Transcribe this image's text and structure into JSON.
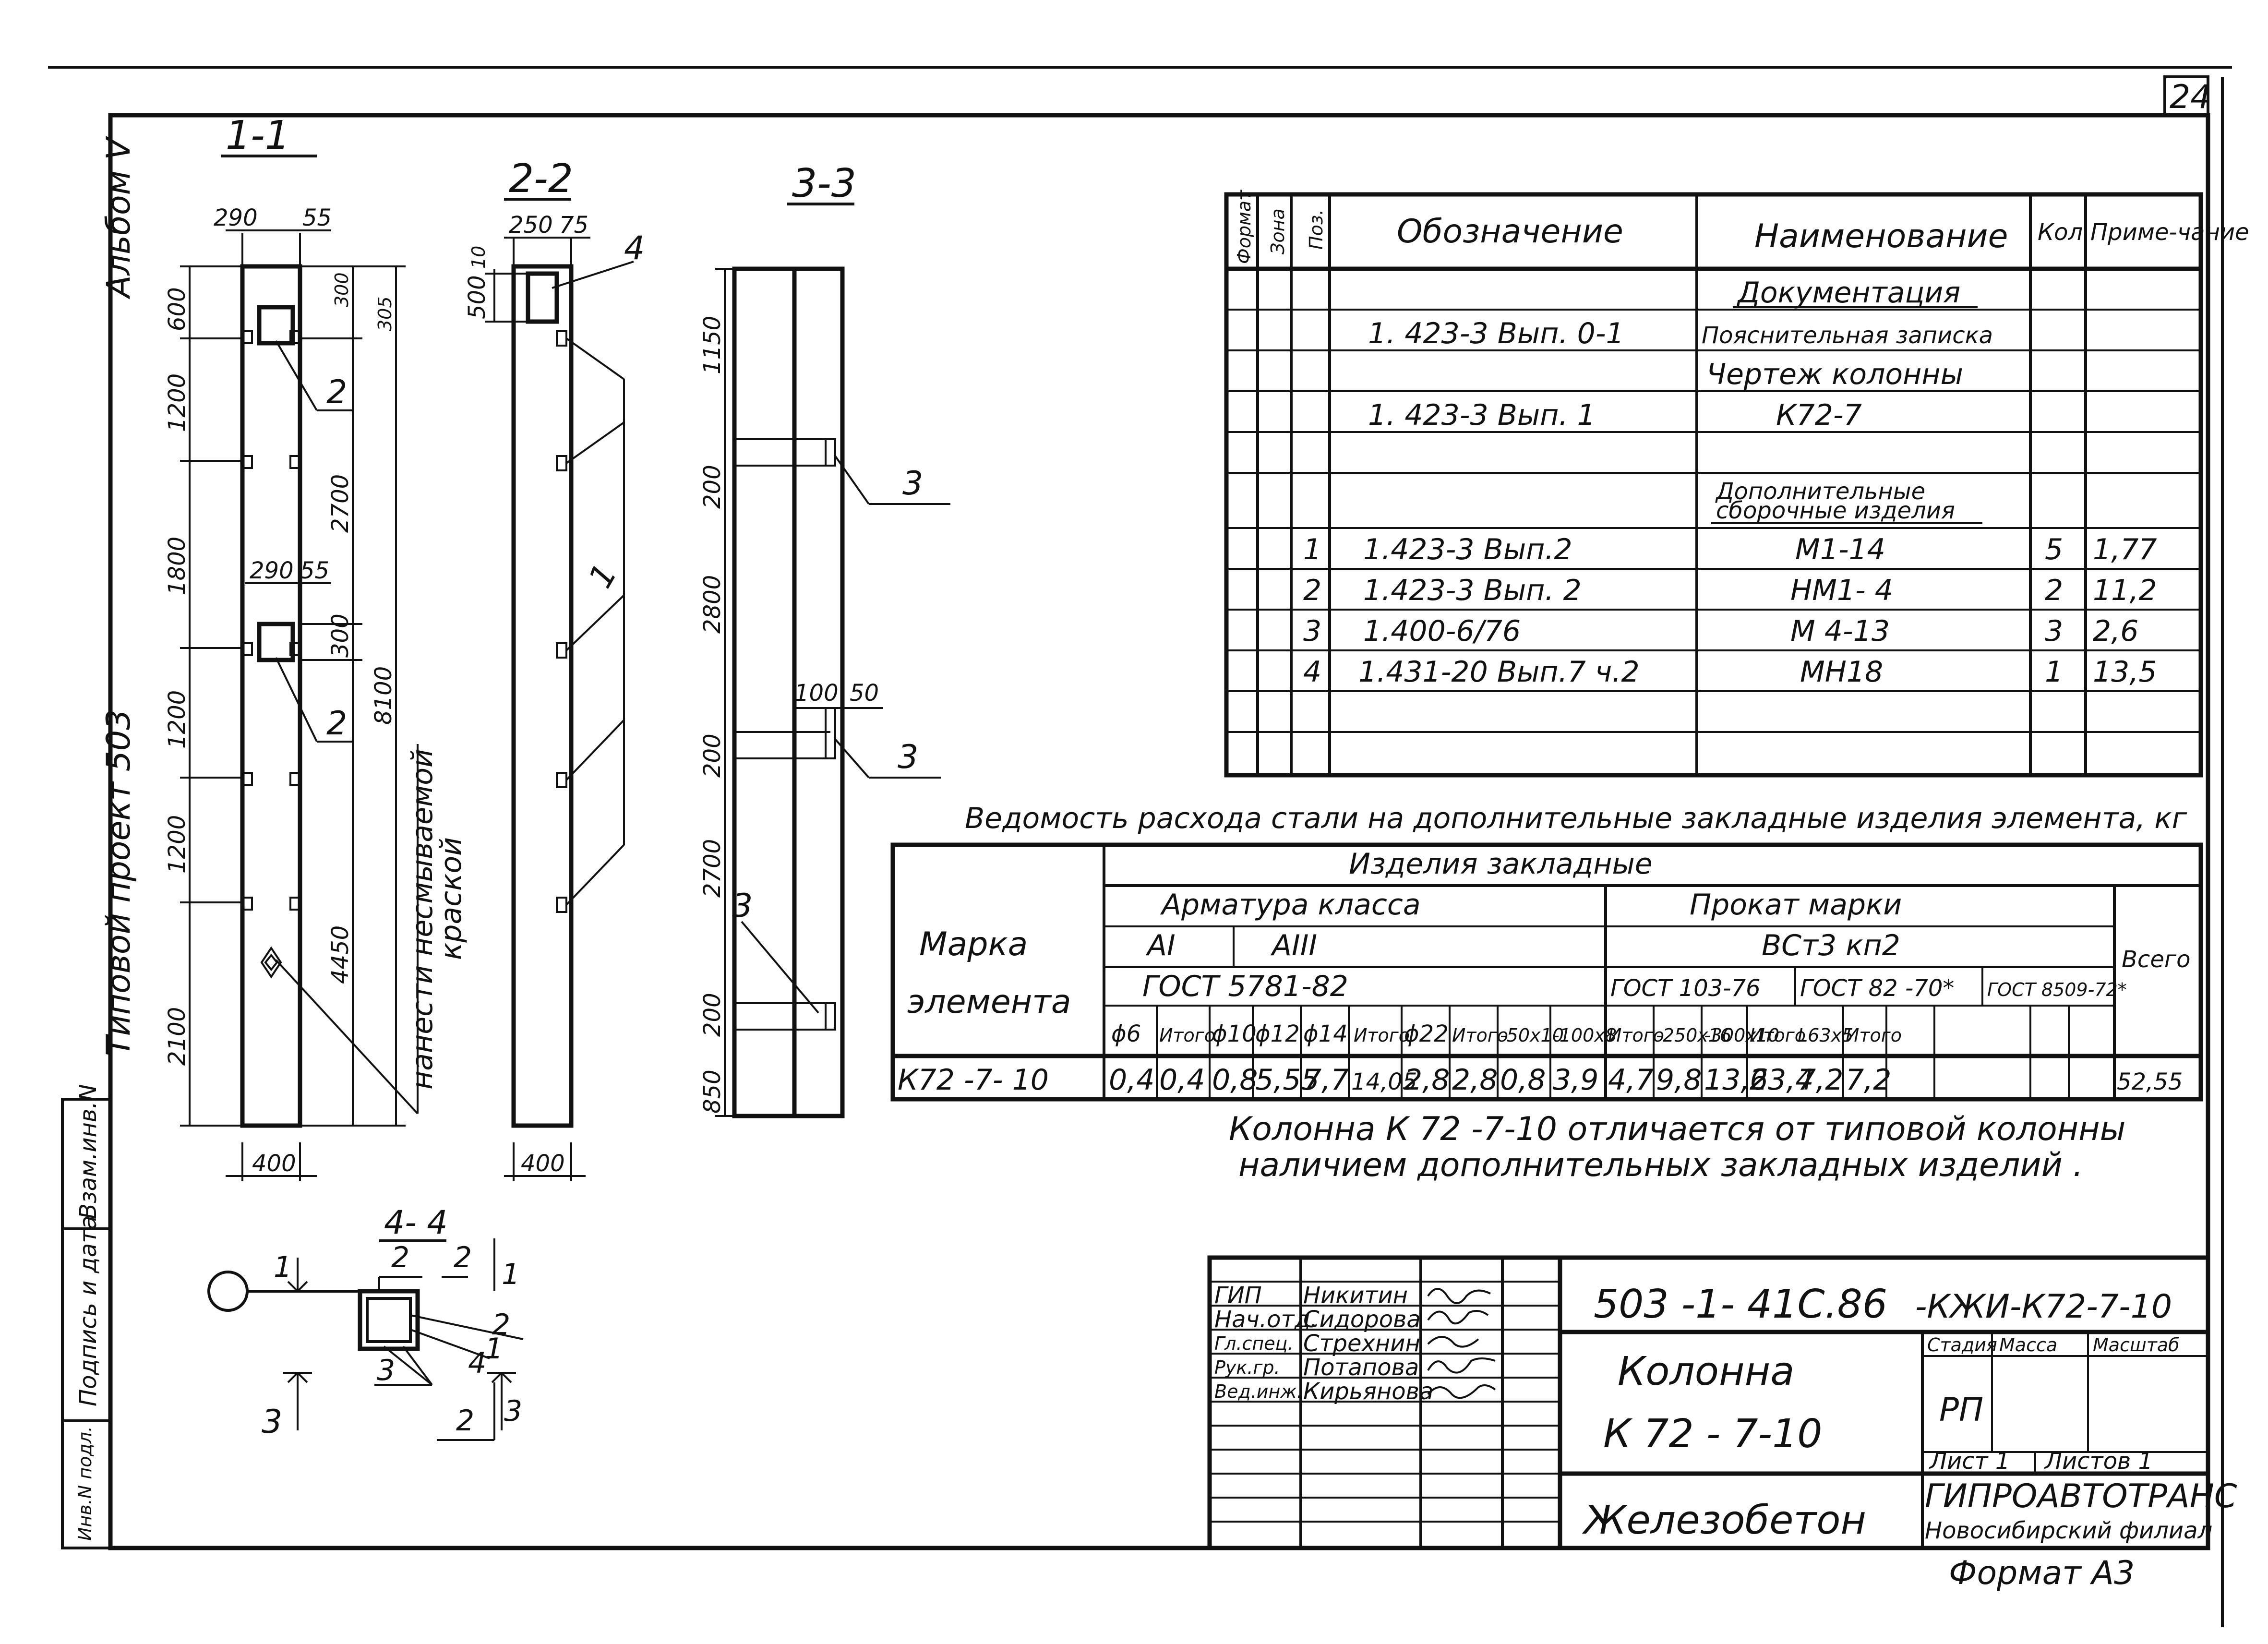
{
  "sheet": {
    "number": "24",
    "album": "Альбом V",
    "project": "Типовой проект 503",
    "format": "Формат А3"
  },
  "side_stamp": {
    "col1": "Взам.инв.N",
    "col2": "Подпись и дата",
    "col3": "Инв.N подл."
  },
  "views": {
    "v11": {
      "title": "1-1",
      "top_dims": [
        "290",
        "55"
      ],
      "left_dims": [
        "600",
        "1200",
        "1800",
        "1200",
        "1200",
        "2100"
      ],
      "right_dims_inner": [
        "300",
        "2700",
        "300",
        "4450"
      ],
      "right_dims_outer": [
        "305",
        "8100"
      ],
      "mid_dims": [
        "290",
        "55"
      ],
      "bottom_dim": "400",
      "callouts": [
        "2",
        "2"
      ],
      "note_line1": "нанести несмываемой",
      "note_line2": "краской"
    },
    "v22": {
      "title": "2-2",
      "top_dims": [
        "250",
        "75"
      ],
      "left_dims": [
        "10",
        "500"
      ],
      "callouts": [
        "4",
        "1"
      ],
      "bottom_dim": "400"
    },
    "v33": {
      "title": "3-3",
      "left_dims": [
        "1150",
        "200",
        "2800",
        "200",
        "2700",
        "200",
        "850"
      ],
      "small_dims": [
        "100",
        "50"
      ],
      "callouts": [
        "3",
        "3",
        "3"
      ]
    },
    "v44": {
      "title": "4- 4",
      "labels": [
        "1",
        "2",
        "2",
        "1",
        "2",
        "1",
        "4",
        "3",
        "3",
        "2",
        "3"
      ]
    }
  },
  "spec_table": {
    "headers": [
      "Формат",
      "Зона",
      "Поз.",
      "Обозначение",
      "Наименование",
      "Кол.",
      "Приме-чание"
    ],
    "section1": "Документация",
    "row_doc1": {
      "designation": "1. 423-3    Вып. 0-1",
      "name": "Пояснительная записка"
    },
    "row_doc2": {
      "name": "Чертеж колонны"
    },
    "row_doc3": {
      "designation": "1. 423-3    Вып. 1",
      "name": "К72-7"
    },
    "section2_line1": "Дополнительные",
    "section2_line2": "сборочные изделия",
    "items": [
      {
        "pos": "1",
        "designation": "1.423-3    Вып.2",
        "name": "М1-14",
        "qty": "5",
        "note": "1,77"
      },
      {
        "pos": "2",
        "designation": "1.423-3    Вып. 2",
        "name": "НМ1- 4",
        "qty": "2",
        "note": "11,2"
      },
      {
        "pos": "3",
        "designation": "1.400-6/76",
        "name": "М 4-13",
        "qty": "3",
        "note": "2,6"
      },
      {
        "pos": "4",
        "designation": "1.431-20  Вып.7 ч.2",
        "name": "МН18",
        "qty": "1",
        "note": "13,5"
      }
    ]
  },
  "steel_table": {
    "title": "Ведомость расхода стали на дополнительные закладные изделия элемента, кг",
    "mark_header_1": "Марка",
    "mark_header_2": "элемента",
    "izdeliya": "Изделия закладные",
    "armatura": "Арматура класса",
    "prokat": "Прокат марки",
    "vst": "ВСт3 кп2",
    "vsego": "Всего",
    "ai": "АI",
    "aiii": "АIII",
    "gost5781": "ГОСТ 5781-82",
    "gost103": "ГОСТ 103-76",
    "gost82": "ГОСТ 82 -70*",
    "gost8509": "ГОСТ 8509-72*",
    "subheaders": [
      "ϕ6",
      "Итого",
      "ϕ10",
      "ϕ12",
      "ϕ14",
      "Итого",
      "ϕ22",
      "Итого",
      "-50х10",
      "-100х8",
      "Итого",
      "-250х16",
      "-300х10",
      "Итого",
      "L63х5",
      "Итого"
    ],
    "row_mark": "К72 -7- 10",
    "row_values": [
      "0,4",
      "0,4",
      "0,8",
      "5,55",
      "7,7",
      "14,05",
      "2,8",
      "2,8",
      "0,8",
      "3,9",
      "4,7",
      "9,8",
      "13,6",
      "23,4",
      "7,2",
      "7,2",
      "52,55"
    ]
  },
  "note": {
    "line1": "Колонна К 72 -7-10 отличается от типовой колонны",
    "line2": "наличием дополнительных закладных изделий ."
  },
  "title_block": {
    "roles": [
      "ГИП",
      "Нач.отд.",
      "Гл.спец.",
      "Рук.гр.",
      "Вед.инж."
    ],
    "names": [
      "Никитин",
      "Сидорова",
      "Стрехнин",
      "Потапова",
      "Кирьянова"
    ],
    "code": "503 -1- 41С.86",
    "suffix": "-КЖИ-К72-7-10",
    "object": "Колонна",
    "mark": "К 72 - 7-10",
    "material": "Железобетон",
    "stage_header": "Стадия",
    "mass_header": "Масса",
    "scale_header": "Масштаб",
    "stage": "РП",
    "sheet_label": "Лист 1",
    "sheets_label": "Листов 1",
    "org": "ГИПРОАВТОТРАНС",
    "branch": "Новосибирский филиал"
  }
}
